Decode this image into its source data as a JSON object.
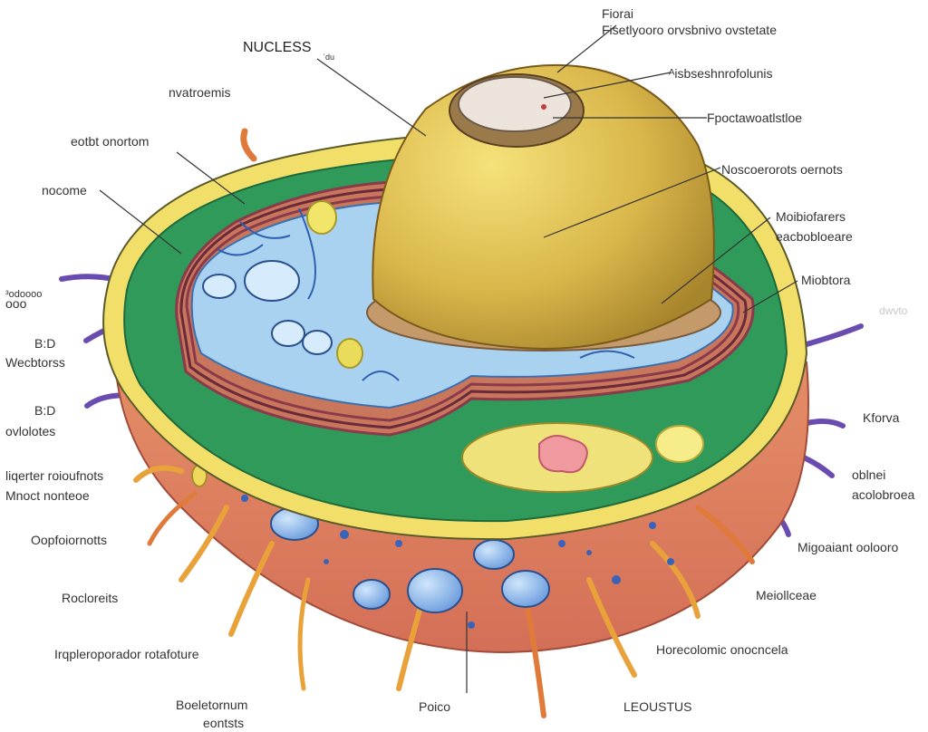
{
  "labels": {
    "nucleus": "NUCLESS",
    "nucleus_mark": "ʿdu",
    "top_1": "Fiorai",
    "top_2": "Fisetlyooro orvsbnivo ovstetate",
    "nucleolus": "ᴬisbseshnrofolunis",
    "nuclear_membrane": "Fpoctawoatlstloe",
    "nucleoplasm": "Noscoerorots oernots",
    "mito_1": "Moibiofarers",
    "mito_2": "eacbobloeare",
    "mitochondria": "Miobtora",
    "left_1": "nvatroemis",
    "left_2": "eotbt onortom",
    "left_3": "nocome",
    "left_4a": "³odoooo",
    "left_4b": "ooo",
    "left_5a": "B:D",
    "left_5b": "Wecbtorss",
    "left_6a": "B:D",
    "left_6b": "ovlolotes",
    "left_7a": "liqerter roioufnots",
    "left_7b": "Mnoct nonteoe",
    "left_8": "Oopfoiornotts",
    "left_9": "Rocloreits",
    "left_10": "Irqpleroporador rotafoture",
    "bottom_1a": "Boeletornum",
    "bottom_1b": "eontsts",
    "bottom_2": "Poico",
    "bottom_3": "LEOUSTUS",
    "right_1": "Kforva",
    "right_2a": "oblnei",
    "right_2b": "acolobroea",
    "right_3": "Migoaiant oolooro",
    "right_4": "Meiollceae",
    "right_5": "Horecolomic onocncela",
    "right_faint": "dwvto"
  }
}
